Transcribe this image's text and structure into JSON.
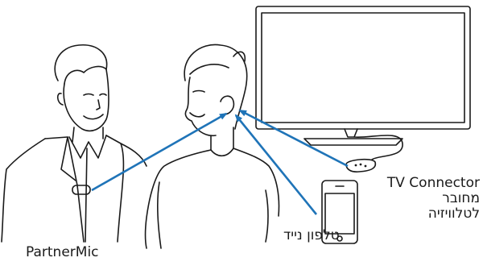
{
  "labels": {
    "partner_mic": "PartnerMic",
    "mobile_phone": "טלפון נייד",
    "tv_connector_en": "TV Connector",
    "tv_connector_he_1": "מחובר",
    "tv_connector_he_2": "לטלוויזיה"
  },
  "colors": {
    "line_art": "#1a1a1a",
    "signal_arrow": "#1f74b8",
    "background": "#ffffff"
  }
}
